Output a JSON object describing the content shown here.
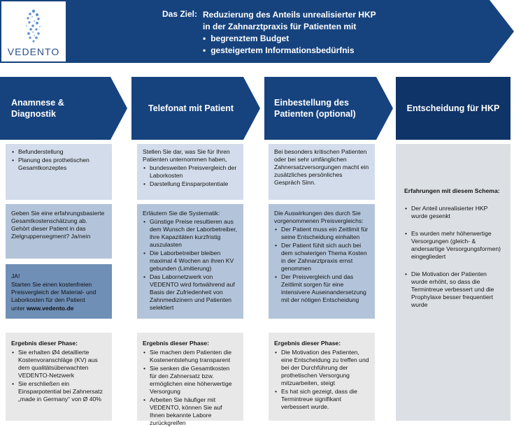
{
  "brand": {
    "logo_text": "VEDENTO"
  },
  "goal": {
    "label": "Das Ziel:",
    "line1": "Reduzierung des Anteils unrealisierter HKP",
    "line2": "in der Zahnarztpraxis für Patienten mit",
    "bullet1": "begrenztem Budget",
    "bullet2": "gesteigertem Informationsbedürfnis"
  },
  "colors": {
    "navy": "#16437e",
    "navy_dark": "#0f3468",
    "light": "#d2dcea",
    "mid": "#b3c4da",
    "dark": "#6f8fb7",
    "grey": "#e8e8e8"
  },
  "phases": [
    {
      "title": "Anamnese & Diagnostik"
    },
    {
      "title": "Telefonat mit Patient"
    },
    {
      "title": "Einbestellung des Patienten (optional)"
    },
    {
      "title": "Entscheidung für HKP"
    }
  ],
  "col1": {
    "r1": [
      "Befunderstellung",
      "Planung des prothetischen Gesamtkonzeptes"
    ],
    "r2": "Geben Sie eine erfahrungsbasierte Gesamtkostenschätzung ab. Gehört dieser Patient in das Zielgruppensegment? Ja/nein",
    "r3": {
      "p1": "JA!",
      "p2": "Starten Sie einen kostenfreien Preisvergleich der Material- und Laborkosten für den Patient",
      "p3_prefix": "unter ",
      "p3_link": "www.vedento.de"
    },
    "r4": {
      "title": "Ergebnis dieser Phase:",
      "items": [
        "Sie erhalten Ø4 detaillierte Kostenvoranschläge (KV) aus dem qualitätsüberwachten VEDENTO-Netzwerk",
        "Sie erschließen ein Einsparpotential bei Zahnersatz „made in Germany“ von Ø 40%"
      ]
    }
  },
  "col2": {
    "r1": {
      "intro": "Stellen Sie dar, was Sie für Ihren Patienten unternommen haben,",
      "items": [
        "bundesweiten Preisvergleich der Laborkosten",
        "Darstellung Einsparpotentiale"
      ]
    },
    "r2": {
      "intro": "Erläutern Sie die Systematik:",
      "items": [
        "Günstige Preise resultieren aus dem Wunsch der Laborbetreiber, ihre Kapazitäten kurzfristig auszulasten",
        "Die Laborbetreiber bleiben maximal 4 Wochen an ihren KV gebunden (Limitierung)",
        "Das Labornetzwerk von VEDENTO wird fortwährend auf Basis der Zufriedenheit von Zahnmedizinern und Patienten selektiert"
      ]
    },
    "r4": {
      "title": "Ergebnis dieser Phase:",
      "items": [
        "Sie machen dem Patienten die Kostenentstehung transparent",
        "Sie senken die Gesamtkosten für den Zahnersatz bzw. ermöglichen eine höherwertige Versorgung",
        "Arbeiten Sie häufiger mit VEDENTO, können Sie auf Ihnen bekannte Labore zurückgreifen"
      ]
    }
  },
  "col3": {
    "r1": "Bei besonders kritischen Patienten oder bei sehr umfänglichen Zahnersatzversorgungen macht ein zusätzliches persönliches Gespräch Sinn.",
    "r2": {
      "intro": "Die Auswirkungen des durch Sie vorgenommenen Preisvergleichs:",
      "items": [
        "Der Patient muss ein Zeitlimit für seine Entscheidung einhalten",
        "Der Patient fühlt sich auch bei dem schwierigen Thema Kosten in der Zahnarztpraxis ernst genommen",
        "Der Preisvergleich und das Zeitlimit sorgen für eine intensivere Auseinandersetzung mit der nötigen Entscheidung"
      ]
    },
    "r4": {
      "title": "Ergebnis dieser Phase:",
      "items": [
        "Die Motivation des Patienten, eine Entscheidung zu treffen und bei der Durchführung der prothetischen Versorgung mitzuarbeiten, steigt",
        "Es hat sich gezeigt, dass die Termintreue signifikant verbessert wurde."
      ]
    }
  },
  "col4": {
    "title": "Erfahrungen mit diesem Schema:",
    "items": [
      "Der Anteil unrealisierter HKP wurde gesenkt",
      "Es wurden mehr höherwertige Versorgungen (gleich- & andersartige Versorgungsformen) eingegliedert",
      "Die Motivation der Patienten wurde erhöht, so dass die Termintreue verbessert und die Prophylaxe besser frequentiert wurde"
    ]
  }
}
